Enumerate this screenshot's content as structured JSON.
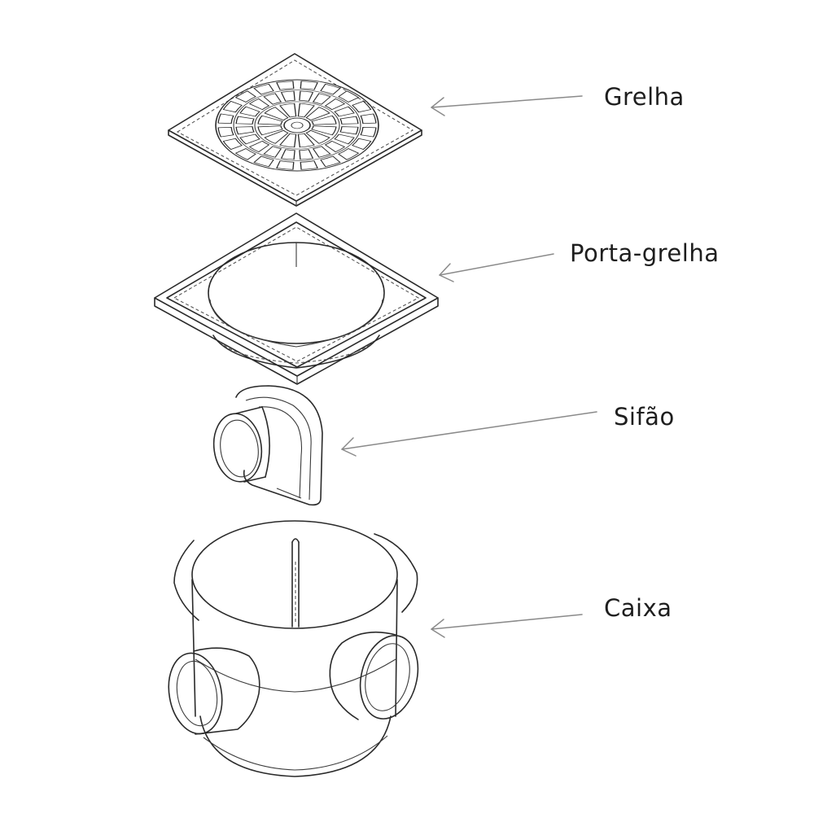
{
  "callouts": [
    {
      "id": "grelha",
      "label": "Grelha"
    },
    {
      "id": "porta_grelha",
      "label": "Porta-grelha"
    },
    {
      "id": "sifao",
      "label": "Sifão"
    },
    {
      "id": "caixa",
      "label": "Caixa"
    }
  ],
  "colors": {
    "line": "#2a2a2a",
    "arrow": "#8a8a8a",
    "text": "#1e1e1e",
    "background": "#ffffff"
  }
}
